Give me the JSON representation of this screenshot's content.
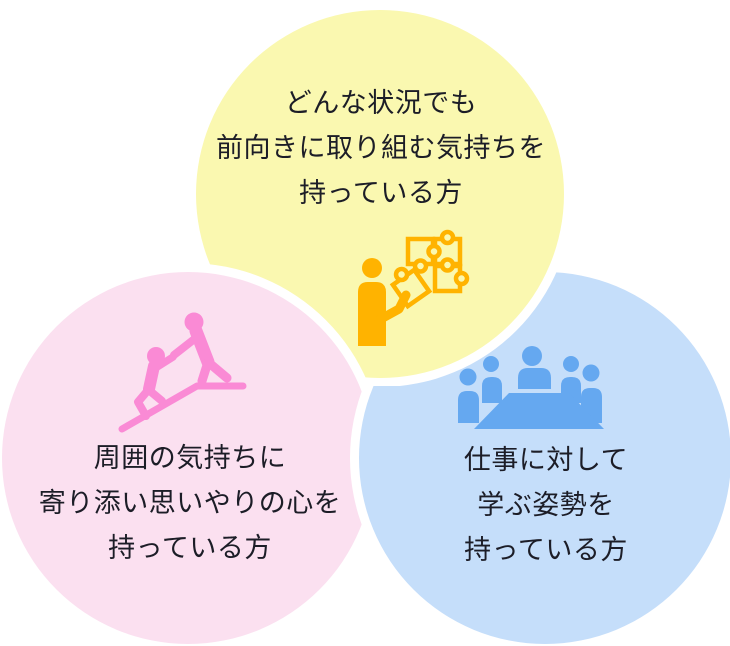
{
  "diagram": {
    "type": "three-circle-venn-infographic",
    "background": "#FFFFFF"
  },
  "colors": {
    "text": "#1C1D27",
    "circle_divider": "#FFFFFF",
    "positive_circle_fill": "#FAF8B0",
    "empathy_circle_fill": "#FBE0F0",
    "learning_circle_fill": "#C5DEFA",
    "puzzle_icon_color": "#FFB300",
    "climb_icon_color": "#FA8AD5",
    "meeting_icon_color": "#65A8F0"
  },
  "circles": {
    "positive": {
      "position": "top",
      "icon": "person-solving-puzzle-icon",
      "lines": [
        "どんな状況でも",
        "前向きに取り組む気持ちを",
        "持っている方"
      ]
    },
    "empathy": {
      "position": "bottom-left",
      "icon": "helping-hand-climb-icon",
      "lines": [
        "周囲の気持ちに",
        "寄り添い思いやりの心を",
        "持っている方"
      ]
    },
    "learning": {
      "position": "bottom-right",
      "icon": "meeting-table-icon",
      "lines": [
        "仕事に対して",
        "学ぶ姿勢を",
        "持っている方"
      ]
    }
  }
}
